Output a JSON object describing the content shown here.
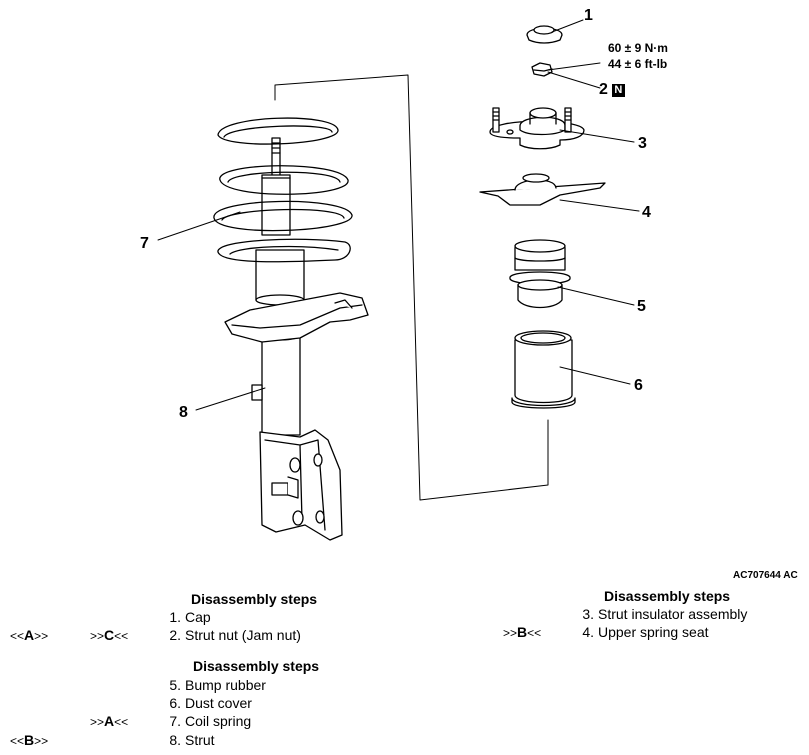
{
  "diagram": {
    "callouts": [
      {
        "id": "c1",
        "text": "1"
      },
      {
        "id": "c2",
        "text": "2"
      },
      {
        "id": "c3",
        "text": "3"
      },
      {
        "id": "c4",
        "text": "4"
      },
      {
        "id": "c5",
        "text": "5"
      },
      {
        "id": "c6",
        "text": "6"
      },
      {
        "id": "c7",
        "text": "7"
      },
      {
        "id": "c8",
        "text": "8"
      }
    ],
    "torque_metric": "60 ± 9 N·m",
    "torque_imperial": "44 ± 6 ft-lb",
    "replace_marker": "N",
    "figure_code": "AC707644 AC"
  },
  "groups": [
    {
      "title": "Disassembly steps",
      "steps": [
        {
          "num": "1.",
          "label": "Cap",
          "left_ref_open": "",
          "left_ref_letter": "",
          "left_ref_close": "",
          "right_ref_open": "",
          "right_ref_letter": "",
          "right_ref_close": ""
        },
        {
          "num": "2.",
          "label": "Strut nut (Jam nut)",
          "left_ref_open": "<<",
          "left_ref_letter": "A",
          "left_ref_close": ">>",
          "right_ref_open": ">>",
          "right_ref_letter": "C",
          "right_ref_close": "<<"
        }
      ]
    },
    {
      "title": "Disassembly steps",
      "steps": [
        {
          "num": "5.",
          "label": "Bump rubber"
        },
        {
          "num": "6.",
          "label": "Dust cover"
        },
        {
          "num": "7.",
          "label": "Coil spring",
          "right_ref_open": ">>",
          "right_ref_letter": "A",
          "right_ref_close": "<<"
        },
        {
          "num": "8.",
          "label": "Strut",
          "left_ref_open": "<<",
          "left_ref_letter": "B",
          "left_ref_close": ">>"
        }
      ]
    },
    {
      "title": "Disassembly steps",
      "steps": [
        {
          "num": "3.",
          "label": "Strut insulator assembly"
        },
        {
          "num": "4.",
          "label": "Upper spring seat",
          "right_ref_open": ">>",
          "right_ref_letter": "B",
          "right_ref_close": "<<"
        }
      ]
    }
  ]
}
